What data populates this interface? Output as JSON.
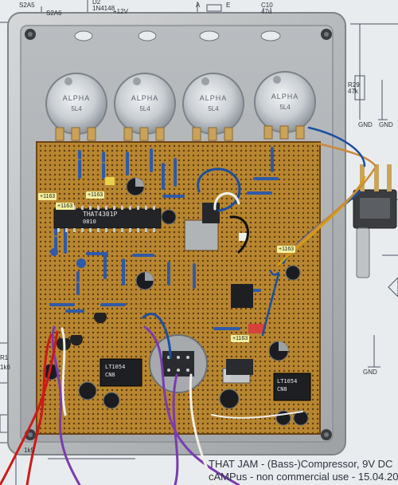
{
  "schematic": {
    "top_labels": [
      "S2A5",
      "S2A6",
      "D2",
      "1N4148",
      "+12V",
      "C10",
      "47u",
      "A",
      "E",
      "R29",
      "47k",
      "GND",
      "GND"
    ],
    "left_labels": [
      "R1",
      "1k6",
      "1k5"
    ],
    "right_labels": [
      "GND"
    ]
  },
  "footer": {
    "line1": "THAT JAM - (Bass-)Compressor, 9V DC",
    "line2": "cAMPus - non commercial use - 15.04.20"
  },
  "knobs": [
    {
      "brand": "ALPHA",
      "code": "5L4"
    },
    {
      "brand": "ALPHA",
      "code": "5L4"
    },
    {
      "brand": "ALPHA",
      "code": "5L4"
    },
    {
      "brand": "ALPHA",
      "code": "5L4"
    }
  ],
  "chips": {
    "that_ic": {
      "line1": "THAT4301P",
      "line2": "0810"
    },
    "lt1": {
      "line1": "LT1054",
      "line2": "CN8"
    },
    "lt2": {
      "line1": "LT1054",
      "line2": "CN8"
    }
  },
  "stickers": [
    "+1163",
    "+1163",
    "+1163",
    "+1163",
    "+1163"
  ]
}
